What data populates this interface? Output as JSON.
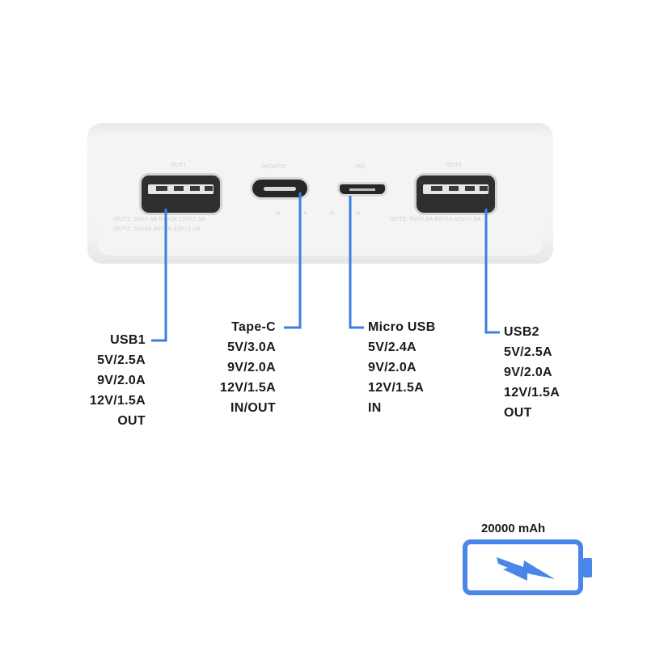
{
  "device": {
    "port_labels": {
      "out1": "OUT1",
      "in_out2": "IN/OUT2",
      "in2": "IN2",
      "out3": "OUT3"
    },
    "spec_text": {
      "left_line1": "OUT1: 5V=2.4A  9V=2A  12V=1.5A",
      "left_line2": "OUT2: 5V=3A   9V=2A  12V=1.5A",
      "right_line1": "OUT3: 5V=2.4A  9V=2A  12V=1.5A"
    }
  },
  "labels": {
    "usb1": {
      "name": "USB1",
      "lines": [
        "5V/2.5A",
        "9V/2.0A",
        "12V/1.5A",
        "OUT"
      ]
    },
    "typec": {
      "name": "Tape-C",
      "lines": [
        "5V/3.0A",
        "9V/2.0A",
        "12V/1.5A",
        "IN/OUT"
      ]
    },
    "micro": {
      "name": "Micro USB",
      "lines": [
        "5V/2.4A",
        "9V/2.0A",
        "12V/1.5A",
        "IN"
      ]
    },
    "usb2": {
      "name": "USB2",
      "lines": [
        "5V/2.5A",
        "9V/2.0A",
        "12V/1.5A",
        "OUT"
      ]
    }
  },
  "battery": {
    "capacity": "20000 mAh",
    "icon": "lightning-battery-icon",
    "color": "#4a86e8"
  },
  "colors": {
    "leader": "#3d7ee6",
    "text": "#1a1a1a"
  }
}
